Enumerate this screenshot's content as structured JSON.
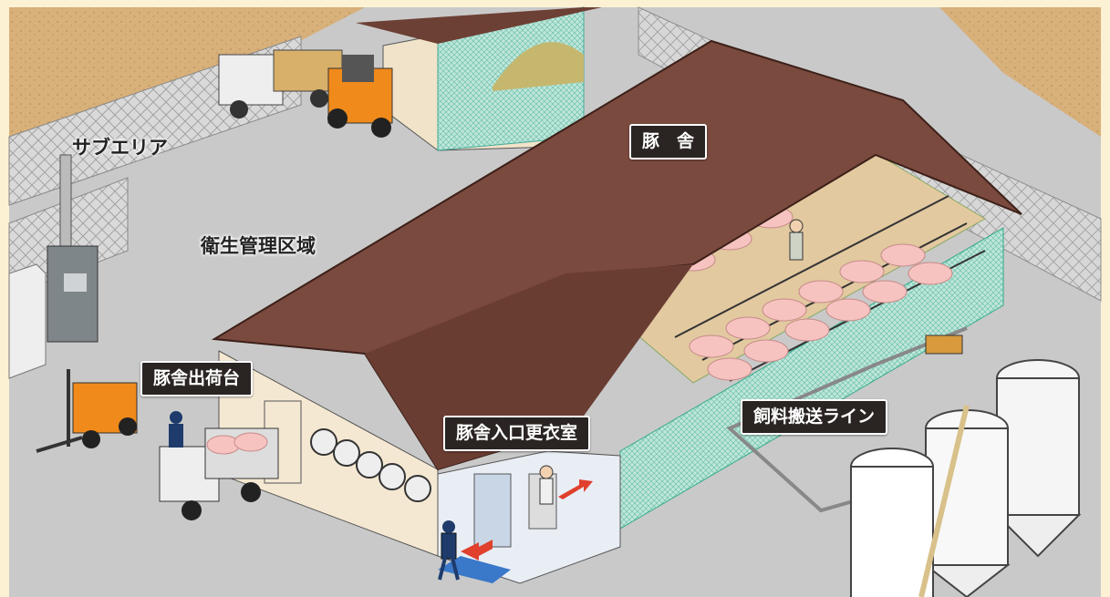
{
  "labels": {
    "sub_area": "サブエリア",
    "hygiene_zone": "衛生管理区域",
    "pig_house": "豚　舎",
    "shipping_dock": "豚舎出荷台",
    "changing_room": "豚舎入口更衣室",
    "feed_line": "飼料搬送ライン"
  },
  "colors": {
    "frame": "#fdf1d4",
    "roof": "#7b4a3e",
    "wall": "#f5e8d2",
    "ground": "#c9c9c9",
    "net": "#8fd6c3",
    "pig": "#f6c3c0",
    "vehicle": "#f08a1a"
  }
}
